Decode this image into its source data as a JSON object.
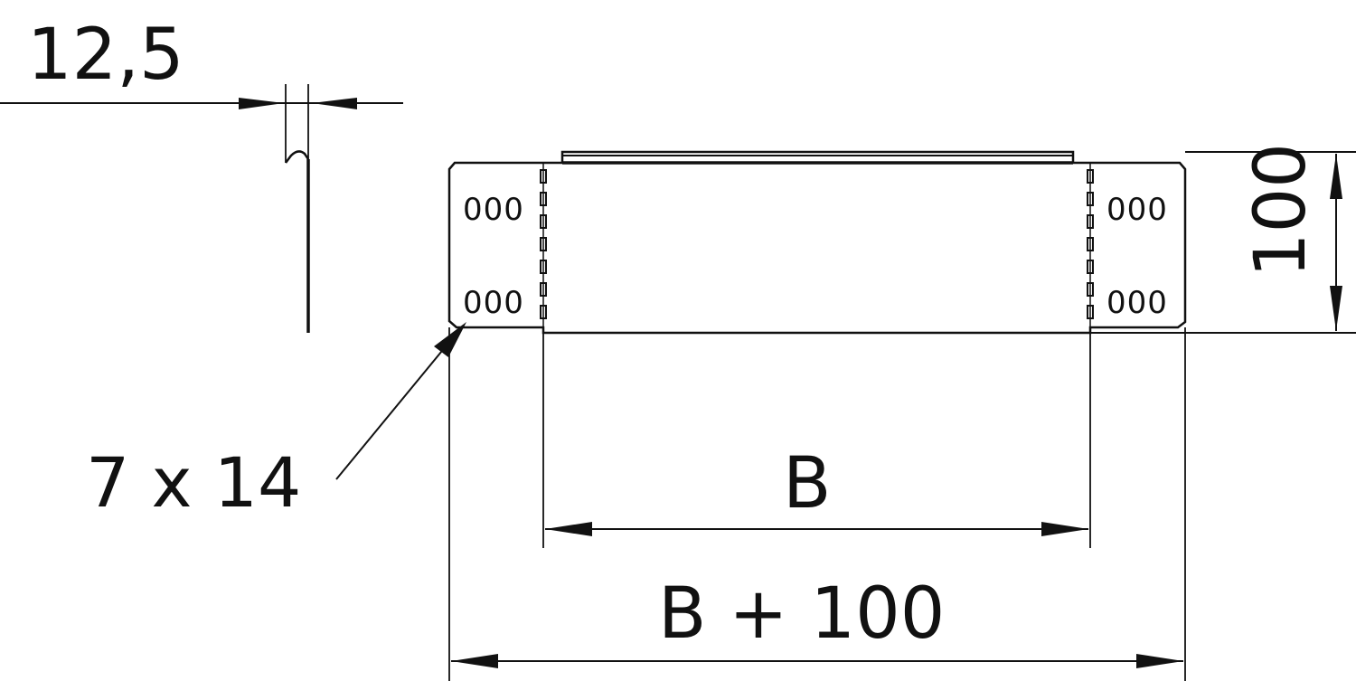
{
  "drawing": {
    "type": "technical dimension drawing",
    "background": "#ffffff",
    "line_color": "#111111",
    "dimensions": {
      "thickness_label": "12,5",
      "hole_label": "7 x 14",
      "height_label": "100",
      "inner_width_label": "B",
      "outer_width_label": "B + 100"
    },
    "hole_groups": {
      "left_top": "000",
      "left_bottom": "000",
      "right_top": "000",
      "right_bottom": "000"
    }
  }
}
